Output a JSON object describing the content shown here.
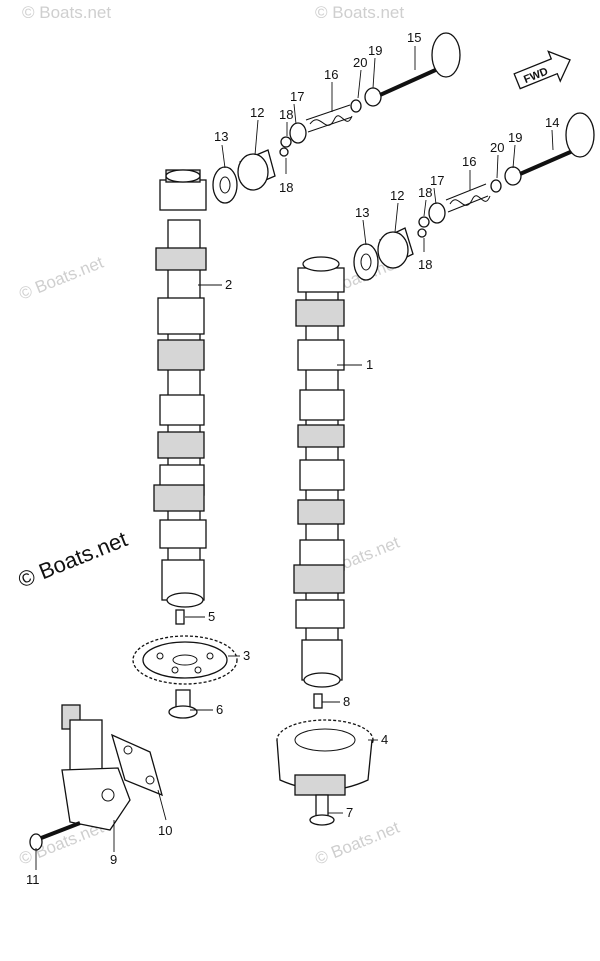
{
  "callouts": [
    {
      "id": "c1",
      "text": "1"
    },
    {
      "id": "c2",
      "text": "2"
    },
    {
      "id": "c3",
      "text": "3"
    },
    {
      "id": "c4",
      "text": "4"
    },
    {
      "id": "c5",
      "text": "5"
    },
    {
      "id": "c6",
      "text": "6"
    },
    {
      "id": "c7",
      "text": "7"
    },
    {
      "id": "c8",
      "text": "8"
    },
    {
      "id": "c9",
      "text": "9"
    },
    {
      "id": "c10",
      "text": "10"
    },
    {
      "id": "c11",
      "text": "11"
    },
    {
      "id": "c12a",
      "text": "12"
    },
    {
      "id": "c12b",
      "text": "12"
    },
    {
      "id": "c13a",
      "text": "13"
    },
    {
      "id": "c13b",
      "text": "13"
    },
    {
      "id": "c14",
      "text": "14"
    },
    {
      "id": "c15",
      "text": "15"
    },
    {
      "id": "c16a",
      "text": "16"
    },
    {
      "id": "c16b",
      "text": "16"
    },
    {
      "id": "c17a",
      "text": "17"
    },
    {
      "id": "c17b",
      "text": "17"
    },
    {
      "id": "c18a",
      "text": "18"
    },
    {
      "id": "c18b",
      "text": "18"
    },
    {
      "id": "c18c",
      "text": "18"
    },
    {
      "id": "c18d",
      "text": "18"
    },
    {
      "id": "c19a",
      "text": "19"
    },
    {
      "id": "c19b",
      "text": "19"
    },
    {
      "id": "c20a",
      "text": "20"
    },
    {
      "id": "c20b",
      "text": "20"
    }
  ],
  "fwd_label": "FWD",
  "watermark": "© Boats.net",
  "watermark_main": "© Boats.net"
}
